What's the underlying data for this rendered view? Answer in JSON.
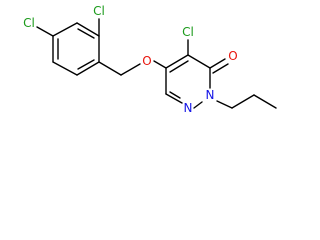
{
  "molecule": {
    "name_shown": "",
    "colors": {
      "chlorine": "#1a9a1a",
      "oxygen": "#e8140c",
      "nitrogen": "#1414e6",
      "bond": "#000000"
    },
    "atom_labels": {
      "cl_aryl_para": "Cl",
      "cl_aryl_ortho": "Cl",
      "cl_pyridazinone": "Cl",
      "o_ether": "O",
      "o_carbonyl": "O",
      "n_1": "N",
      "n_2": "N"
    }
  }
}
